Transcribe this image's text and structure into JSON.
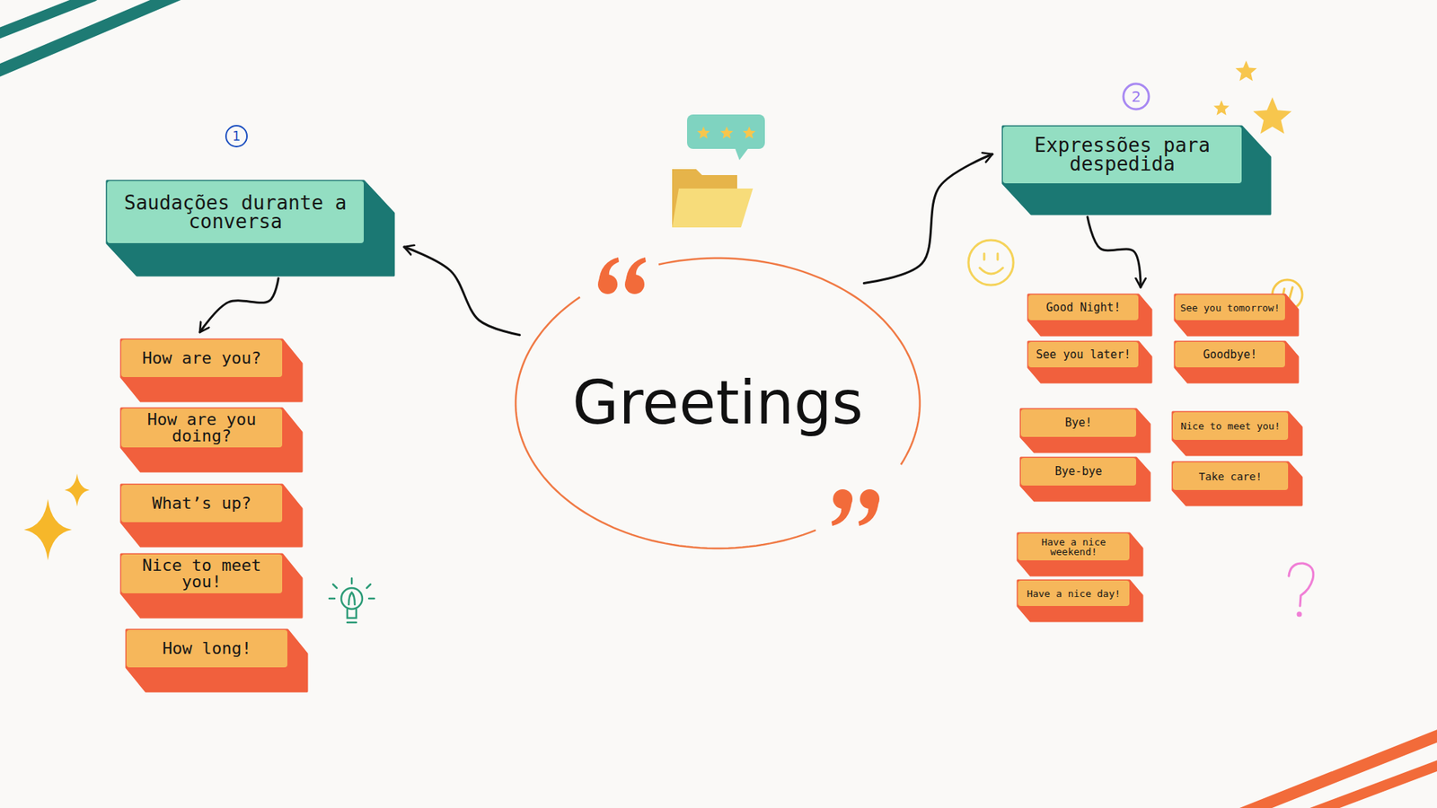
{
  "diagram": {
    "nodes": [
      {
        "text": [
          "Greetings"
        ]
      },
      {
        "text": [
          "Saudações durante a conversa"
        ]
      },
      {
        "text": [
          "How are you?"
        ]
      },
      {
        "text": [
          "How are you doing?"
        ]
      },
      {
        "text": [
          "What’s up?"
        ]
      },
      {
        "text": [
          "Nice to meet you!"
        ]
      },
      {
        "text": [
          "How long!"
        ]
      },
      {
        "text": [
          "Expressões para despedida"
        ]
      },
      {
        "text": [
          "Good Night!"
        ]
      },
      {
        "text": [
          "See you tomorrow!"
        ]
      },
      {
        "text": [
          "See you later!"
        ]
      },
      {
        "text": [
          "Goodbye!"
        ]
      },
      {
        "text": [
          "Bye!"
        ]
      },
      {
        "text": [
          "Nice to meet you!"
        ]
      },
      {
        "text": [
          "Bye-bye"
        ]
      },
      {
        "text": [
          "Take care!"
        ]
      },
      {
        "text": [
          "Have a nice weekend!"
        ]
      },
      {
        "text": [
          "Have a nice day!"
        ]
      }
    ],
    "edges": [
      {
        "from": 0,
        "to": 1,
        "arrow": "to"
      },
      {
        "from": 1,
        "to": 2,
        "arrow": "to"
      },
      {
        "from": 0,
        "to": 7,
        "arrow": "to"
      },
      {
        "from": 7,
        "to": 8,
        "arrow": "to"
      }
    ],
    "labels": [
      "1",
      "2"
    ]
  }
}
